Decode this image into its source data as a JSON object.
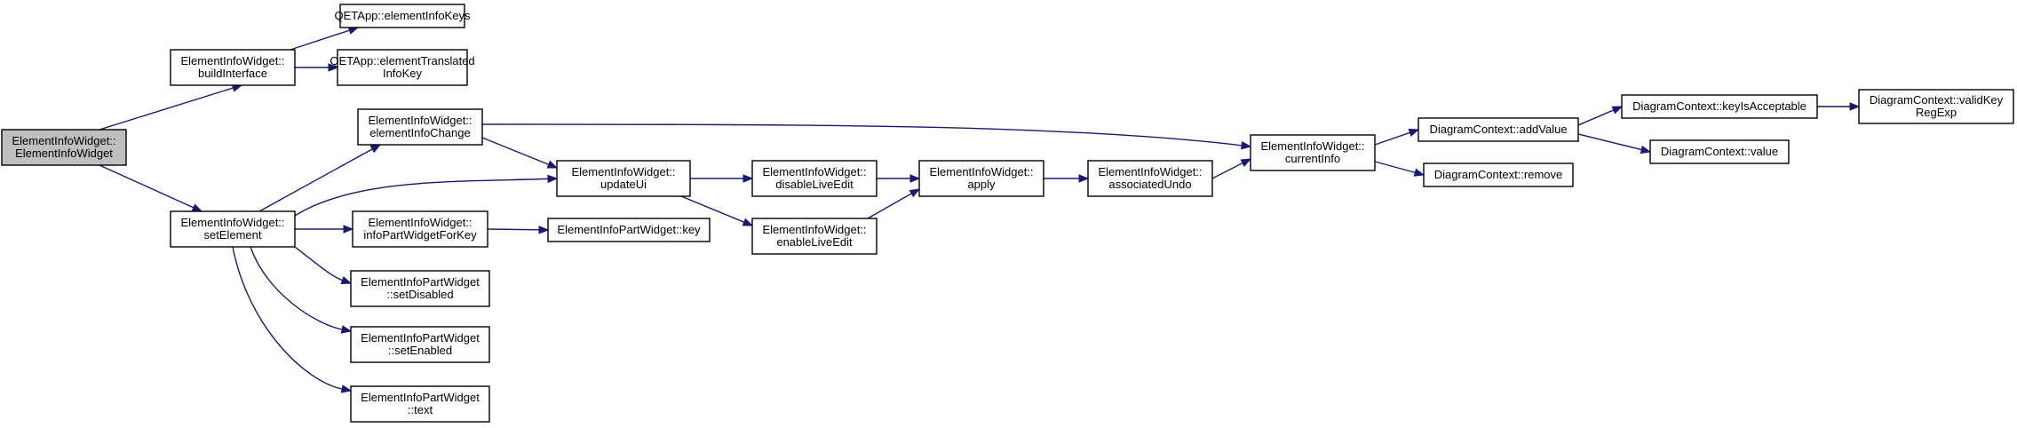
{
  "nodes": {
    "root": [
      "ElementInfoWidget::",
      "ElementInfoWidget"
    ],
    "buildInterface": [
      "ElementInfoWidget::",
      "buildInterface"
    ],
    "elementInfoKeys": [
      "QETApp::elementInfoKeys"
    ],
    "elementTranslatedInfoKey": [
      "QETApp::elementTranslated",
      "InfoKey"
    ],
    "elementInfoChange": [
      "ElementInfoWidget::",
      "elementInfoChange"
    ],
    "setElement": [
      "ElementInfoWidget::",
      "setElement"
    ],
    "infoPartWidgetForKey": [
      "ElementInfoWidget::",
      "infoPartWidgetForKey"
    ],
    "partSetDisabled": [
      "ElementInfoPartWidget",
      "::setDisabled"
    ],
    "partSetEnabled": [
      "ElementInfoPartWidget",
      "::setEnabled"
    ],
    "partText": [
      "ElementInfoPartWidget",
      "::text"
    ],
    "updateUi": [
      "ElementInfoWidget::",
      "updateUi"
    ],
    "partKey": [
      "ElementInfoPartWidget::key"
    ],
    "disableLiveEdit": [
      "ElementInfoWidget::",
      "disableLiveEdit"
    ],
    "enableLiveEdit": [
      "ElementInfoWidget::",
      "enableLiveEdit"
    ],
    "apply": [
      "ElementInfoWidget::",
      "apply"
    ],
    "associatedUndo": [
      "ElementInfoWidget::",
      "associatedUndo"
    ],
    "currentInfo": [
      "ElementInfoWidget::",
      "currentInfo"
    ],
    "addValue": [
      "DiagramContext::addValue"
    ],
    "remove": [
      "DiagramContext::remove"
    ],
    "keyIsAcceptable": [
      "DiagramContext::keyIsAcceptable"
    ],
    "value": [
      "DiagramContext::value"
    ],
    "validKeyRegExp": [
      "DiagramContext::validKey",
      "RegExp"
    ]
  },
  "edges": [
    [
      "root",
      "buildInterface"
    ],
    [
      "root",
      "setElement"
    ],
    [
      "buildInterface",
      "elementInfoKeys"
    ],
    [
      "buildInterface",
      "elementTranslatedInfoKey"
    ],
    [
      "setElement",
      "elementInfoChange"
    ],
    [
      "setElement",
      "updateUi"
    ],
    [
      "setElement",
      "infoPartWidgetForKey"
    ],
    [
      "setElement",
      "partSetDisabled"
    ],
    [
      "setElement",
      "partSetEnabled"
    ],
    [
      "setElement",
      "partText"
    ],
    [
      "elementInfoChange",
      "updateUi"
    ],
    [
      "elementInfoChange",
      "currentInfo"
    ],
    [
      "infoPartWidgetForKey",
      "partKey"
    ],
    [
      "updateUi",
      "disableLiveEdit"
    ],
    [
      "updateUi",
      "enableLiveEdit"
    ],
    [
      "disableLiveEdit",
      "apply"
    ],
    [
      "enableLiveEdit",
      "apply"
    ],
    [
      "apply",
      "associatedUndo"
    ],
    [
      "associatedUndo",
      "currentInfo"
    ],
    [
      "currentInfo",
      "addValue"
    ],
    [
      "currentInfo",
      "remove"
    ],
    [
      "addValue",
      "keyIsAcceptable"
    ],
    [
      "addValue",
      "value"
    ],
    [
      "keyIsAcceptable",
      "validKeyRegExp"
    ]
  ]
}
